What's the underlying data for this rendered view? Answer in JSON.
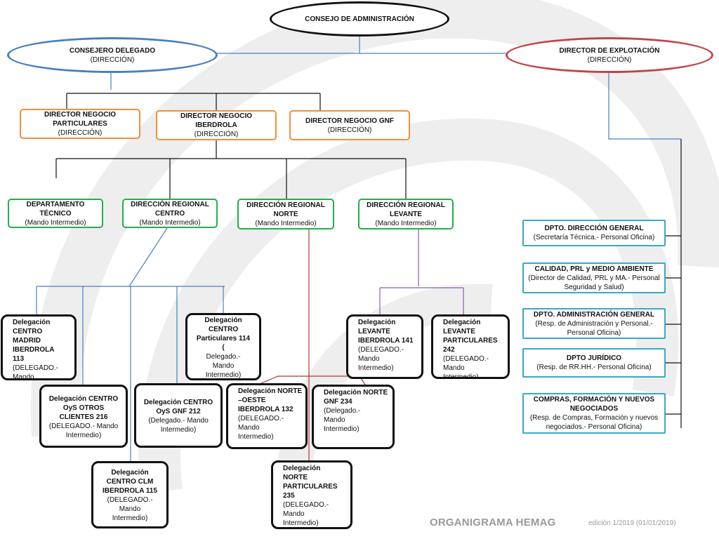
{
  "colors": {
    "ellipse_black": "#111111",
    "ellipse_blue": "#4a7fc0",
    "ellipse_red": "#c0454a",
    "orange_border": "#f0903a",
    "green_border": "#22b04b",
    "cyan_border": "#3aa9c7",
    "line_black": "#111111",
    "line_blue": "#4a7fc0",
    "line_red": "#b8333a",
    "line_purple": "#8a5ab0",
    "watermark": "#eeeeee"
  },
  "top": {
    "consejo": {
      "title": "CONSEJO DE ADMINISTRACIÓN"
    },
    "consejero": {
      "title": "CONSEJERO DELEGADO",
      "sub": "(DIRECCIÓN)"
    },
    "explotacion": {
      "title": "DIRECTOR DE EXPLOTACIÓN",
      "sub": "(DIRECCIÓN)"
    }
  },
  "negocio": [
    {
      "title": "DIRECTOR NEGOCIO PARTICULARES",
      "sub": "(DIRECCIÓN)"
    },
    {
      "title": "DIRECTOR NEGOCIO IBERDROLA",
      "sub": "(DIRECCIÓN)"
    },
    {
      "title": "DIRECTOR NEGOCIO GNF",
      "sub": "(DIRECCIÓN)"
    }
  ],
  "regional": [
    {
      "title": "DEPARTAMENTO TÉCNICO",
      "sub": "(Mando Intermedio)"
    },
    {
      "title": "DIRECCIÓN REGIONAL CENTRO",
      "sub": "(Mando Intermedio)"
    },
    {
      "title": "DIRECCIÓN REGIONAL NORTE",
      "sub": "(Mando Intermedio)"
    },
    {
      "title": "DIRECCIÓN REGIONAL LEVANTE",
      "sub": "(Mando Intermedio)"
    }
  ],
  "departments": [
    {
      "title": "DPTO. DIRECCIÓN GENERAL",
      "sub": "(Secretaría Técnica.- Personal Oficina)"
    },
    {
      "title": "CALIDAD, PRL y MEDIO AMBIENTE",
      "sub": "(Director de Calidad, PRL y MA.- Personal Seguridad y Salud)"
    },
    {
      "title": "DPTO. ADMINISTRACIÓN GENERAL",
      "sub": "(Resp. de Administración y Personal.- Personal Oficina)"
    },
    {
      "title": "DPTO JURÍDICO",
      "sub": "(Resp. de RR.HH.- Personal Oficina)"
    },
    {
      "title": "COMPRAS, FORMACIÓN  Y NUEVOS NEGOCIADOS",
      "sub": "(Resp. de Compras, Formación y nuevos negociados.- Personal Oficina)"
    }
  ],
  "delegations": {
    "madrid113": {
      "title": "Delegación CENTRO MADRID IBERDROLA 113",
      "sub": "(DELEGADO.- Mando Intermedio)"
    },
    "particulares114": {
      "title": "Delegación CENTRO Particulares 114 (",
      "title_bold": "Delegado.- Mando Intermedio)"
    },
    "oys216": {
      "title": "Delegación CENTRO OyS OTROS CLIENTES 216",
      "sub": "(DELEGADO.- Mando Intermedio)"
    },
    "oysgnf212": {
      "title": "Delegación CENTRO OyS GNF 212",
      "sub": "(Delegado.- Mando Intermedio)"
    },
    "clm115": {
      "title": "Delegación CENTRO CLM IBERDROLA 115",
      "sub": "(DELEGADO.- Mando Intermedio)"
    },
    "levante141": {
      "title": "Delegación LEVANTE IBERDROLA 141",
      "sub": "(DELEGADO.- Mando Intermedio)"
    },
    "levante242": {
      "title": "Delegación LEVANTE PARTICULARES 242",
      "sub": "(DELEGADO.- Mando Intermedio)"
    },
    "noroeste132": {
      "title": "Delegación NORTE –OESTE IBERDROLA  132",
      "sub": "(DELEGADO.- Mando Intermedio)"
    },
    "norte234": {
      "title": "Delegación NORTE GNF 234",
      "sub": "(Delegado.- Mando Intermedio)"
    },
    "norte235": {
      "title": "Delegación NORTE PARTICULARES 235",
      "sub": "(DELEGADO.- Mando Intermedio)"
    }
  },
  "footer": {
    "title": "ORGANIGRAMA HEMAG",
    "edition": "edición 1/2019  (01/01/2019)"
  }
}
